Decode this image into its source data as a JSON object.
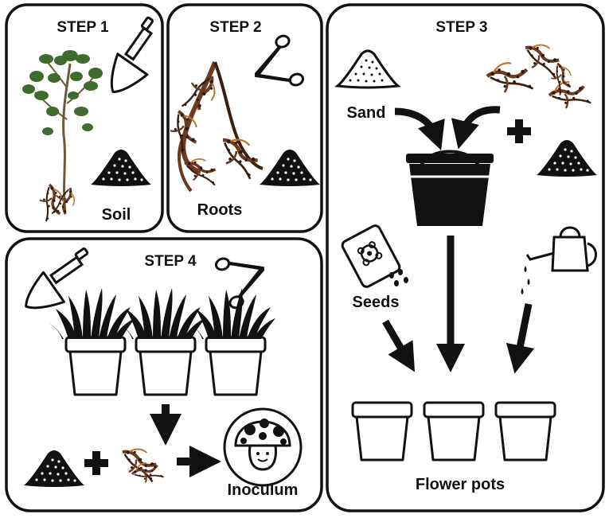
{
  "steps": {
    "step1": {
      "title": "STEP 1",
      "label": "Soil"
    },
    "step2": {
      "title": "STEP 2",
      "label": "Roots"
    },
    "step3": {
      "title": "STEP 3",
      "sand_label": "Sand",
      "seeds_label": "Seeds",
      "pots_label": "Flower pots"
    },
    "step4": {
      "title": "STEP 4",
      "inoculum_label": "Inoculum"
    }
  },
  "colors": {
    "outline": "#111111",
    "leaf": "#3f6b2e",
    "root": "#6b3a1f",
    "root_highlight": "#c0732f",
    "background": "#ffffff"
  },
  "icons": [
    "trowel-icon",
    "scissors-icon",
    "soil-pile-icon",
    "sand-pile-icon",
    "bucket-icon",
    "seed-packet-icon",
    "watering-can-icon",
    "plus-icon",
    "arrow-icon",
    "flower-pot-icon",
    "grass-pot-icon",
    "mushroom-icon",
    "plant-photo",
    "roots-photo"
  ]
}
